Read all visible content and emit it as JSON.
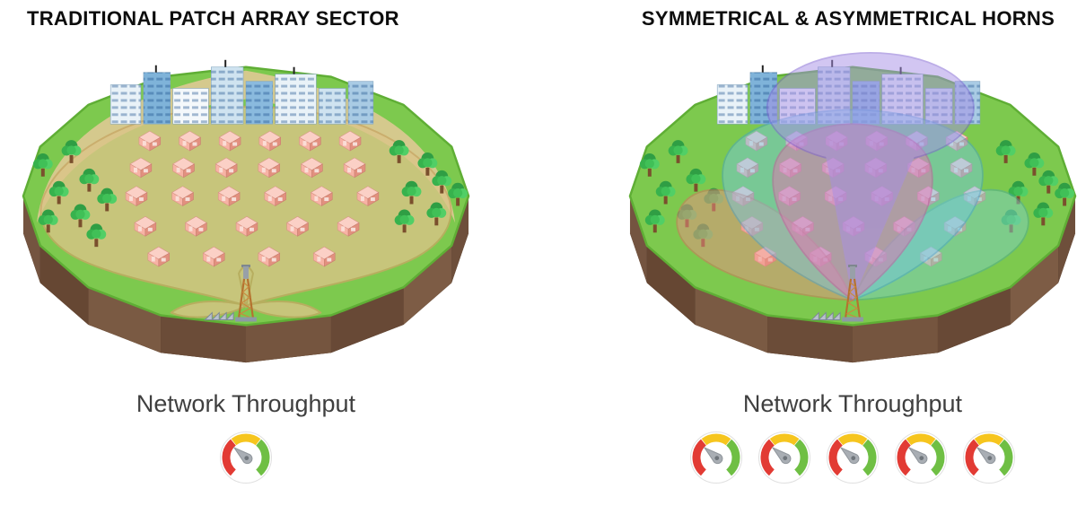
{
  "panels": [
    {
      "id": "traditional",
      "title": "TRADITIONAL PATCH ARRAY SECTOR",
      "throughput_label": "Network Throughput",
      "gauge_count": 1
    },
    {
      "id": "horns",
      "title": "SYMMETRICAL & ASYMMETRICAL HORNS",
      "throughput_label": "Network Throughput",
      "gauge_count": 5
    }
  ],
  "colors": {
    "gauge_red": "#e23b34",
    "gauge_yellow": "#f6c51e",
    "gauge_green": "#6fbf44",
    "gauge_needle": "#a9aeb4",
    "island_green": "#7dc94e",
    "dirt_brown": "#6e4f3b",
    "beam_tan": "#dcc488",
    "coverage_salmon": "#f7c9a6",
    "lobe_purple": "#a78fe6",
    "lobe_pink": "#f06ab4",
    "lobe_cyan": "#74c7ec",
    "lobe_red": "#ee8e86",
    "lobe_teal": "#7ed0c6",
    "house_pink": "#f7b3a5",
    "city_blue": "#7fb3d9"
  }
}
